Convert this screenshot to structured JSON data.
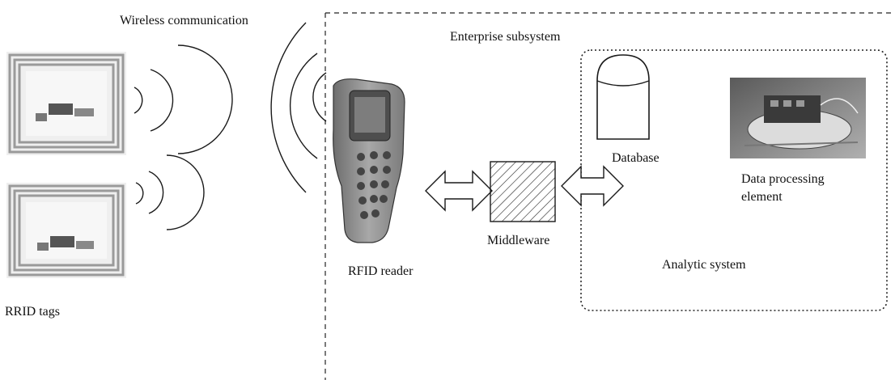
{
  "labels": {
    "wireless": "Wireless communication",
    "enterprise": "Enterprise subsystem",
    "database": "Database",
    "processing_line1": "Data processing",
    "processing_line2": "element",
    "middleware": "Middleware",
    "reader": "RFID reader",
    "analytic": "Analytic system",
    "tags": "RRID tags"
  },
  "icons": {
    "tag": "rfid-tag-icon",
    "reader": "handheld-rfid-reader-icon",
    "database": "database-cylinder-icon",
    "middleware": "middleware-hatched-box-icon",
    "processor": "data-processing-board-photo-icon",
    "arrow": "double-headed-arrow-icon"
  },
  "colors": {
    "line": "#1a1a1a",
    "tag_coil": "#9a9a9a",
    "reader_body": "#8f8f8f",
    "reader_screen": "#5a5a5a"
  }
}
